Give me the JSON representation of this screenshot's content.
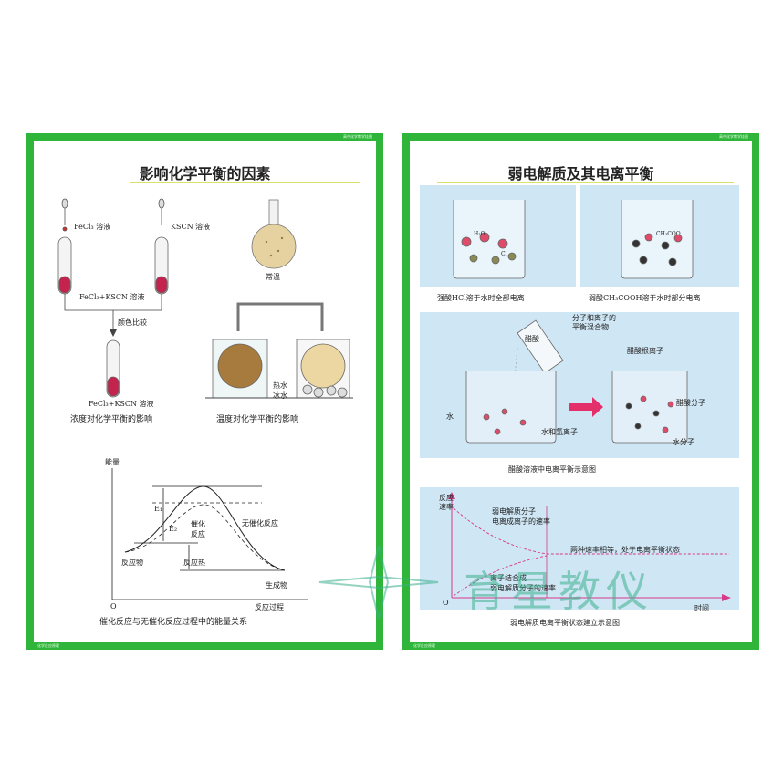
{
  "left_poster": {
    "corner_tag": "高中化学教学挂图",
    "footer_tag": "化学反应原理",
    "title": "影响化学平衡的因素",
    "concentration": {
      "reagent_a": "FeCl₃ 溶液",
      "reagent_b": "KSCN 溶液",
      "mix_label": "FeCl₃+KSCN 溶液",
      "compare_label": "颜色比较",
      "result_label": "FeCl₃+KSCN 溶液",
      "caption": "浓度对化学平衡的影响"
    },
    "temperature": {
      "room_temp": "常温",
      "hot_water": "热水",
      "ice_water": "冰水",
      "caption": "温度对化学平衡的影响"
    },
    "energy": {
      "y_axis": "能量",
      "origin": "O",
      "x_axis": "反应过程",
      "e1": "E₁",
      "e2": "E₂",
      "uncatalyzed": "无催化反应",
      "catalyzed": "催化\n反应",
      "reactants": "反应物",
      "heat": "反应热",
      "products": "生成物",
      "caption": "催化反应与无催化反应过程中的能量关系"
    }
  },
  "right_poster": {
    "corner_tag": "高中化学教学挂图",
    "footer_tag": "化学反应原理",
    "title": "弱电解质及其电离平衡",
    "hcl_caption": "强酸HCl溶于水时全部电离",
    "acetic_caption": "弱酸CH₃COOH溶于水时部分电离",
    "ion_labels": {
      "h3o": "H₃O",
      "cl": "Cl",
      "ch3coo": "CH₃COO"
    },
    "dissolve": {
      "acetic_acid": "醋酸",
      "equilibrium_mixture": "分子和离子的\n平衡混合物",
      "acetate_ion": "醋酸根离子",
      "water": "水",
      "acetic_molecule": "醋酸分子",
      "water_hydrogen": "水和氢离子",
      "water_molecule": "水分子",
      "caption": "醋酸溶液中电离平衡示意图"
    },
    "rate_chart": {
      "y_axis": "反应\n速率",
      "x_axis": "时间",
      "origin": "O",
      "ionization_rate": "弱电解质分子\n电离成离子的速率",
      "equal_label": "两种速率相等，处于电离平衡状态",
      "combination_rate": "离子结合成\n弱电解质分子的速率",
      "caption": "弱电解质电离平衡状态建立示意图"
    }
  },
  "watermark": "育星教仪",
  "colors": {
    "frame": "#2fb53a",
    "panel": "#cfe6f5",
    "rate_curve": "#d63a8a",
    "arrow": "#e3306b"
  }
}
